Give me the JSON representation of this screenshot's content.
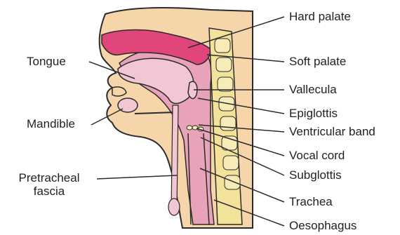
{
  "colors": {
    "skin": "#f6d5ab",
    "airway": "#e8a3b8",
    "airway_light": "#f2c6d3",
    "palate": "#e0457b",
    "spine": "#f3e39a",
    "outline": "#2b2b2b"
  },
  "labels": {
    "hard_palate": "Hard palate",
    "soft_palate": "Soft palate",
    "vallecula": "Vallecula",
    "epiglottis": "Epiglottis",
    "ventricular_band": "Ventricular band",
    "vocal_cord": "Vocal cord",
    "subglottis": "Subglottis",
    "trachea": "Trachea",
    "oesophagus": "Oesophagus",
    "tongue": "Tongue",
    "mandible": "Mandible",
    "pretracheal_fascia_line1": "Pretracheal",
    "pretracheal_fascia_line2": "fascia"
  }
}
